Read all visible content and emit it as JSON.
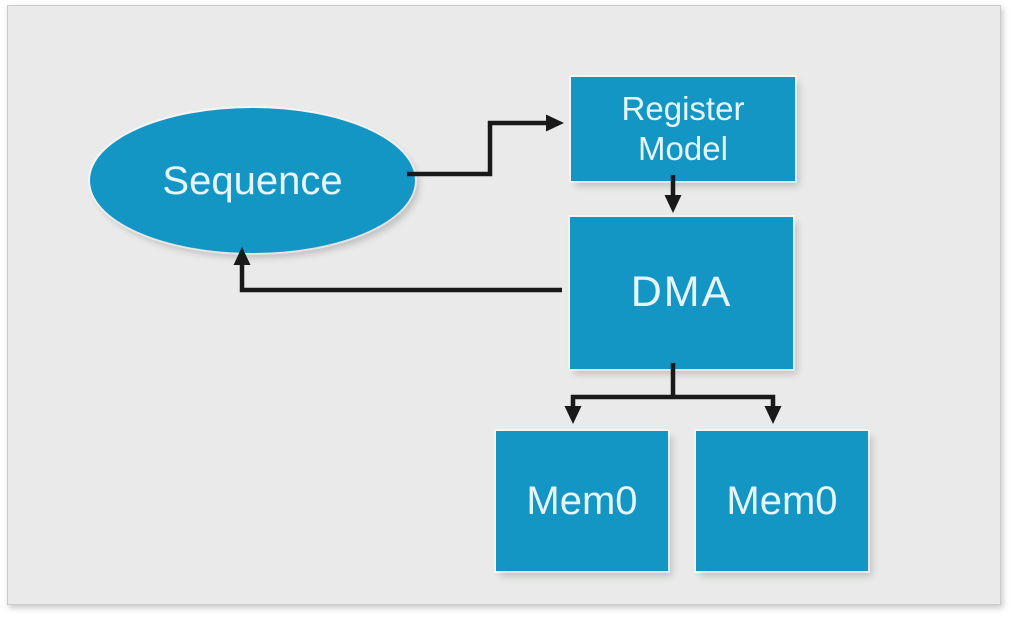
{
  "diagram": {
    "nodes": {
      "sequence": {
        "label": "Sequence",
        "shape": "ellipse"
      },
      "register_model": {
        "label": "Register Model",
        "shape": "rect"
      },
      "dma": {
        "label": "DMA",
        "shape": "rect"
      },
      "mem0_left": {
        "label": "Mem0",
        "shape": "rect"
      },
      "mem0_right": {
        "label": "Mem0",
        "shape": "rect"
      }
    },
    "edges": [
      {
        "from": "sequence",
        "to": "register_model"
      },
      {
        "from": "register_model",
        "to": "dma"
      },
      {
        "from": "dma",
        "to": "sequence"
      },
      {
        "from": "dma",
        "to": "mem0_left"
      },
      {
        "from": "dma",
        "to": "mem0_right"
      }
    ],
    "theme": {
      "page_bg": "#ffffff",
      "canvas": "#e9eae9",
      "canvas_border": "#c9cccb",
      "node_fill": "#1496c5",
      "node_text": "#e6f5fb",
      "arrow": "#191919"
    }
  }
}
